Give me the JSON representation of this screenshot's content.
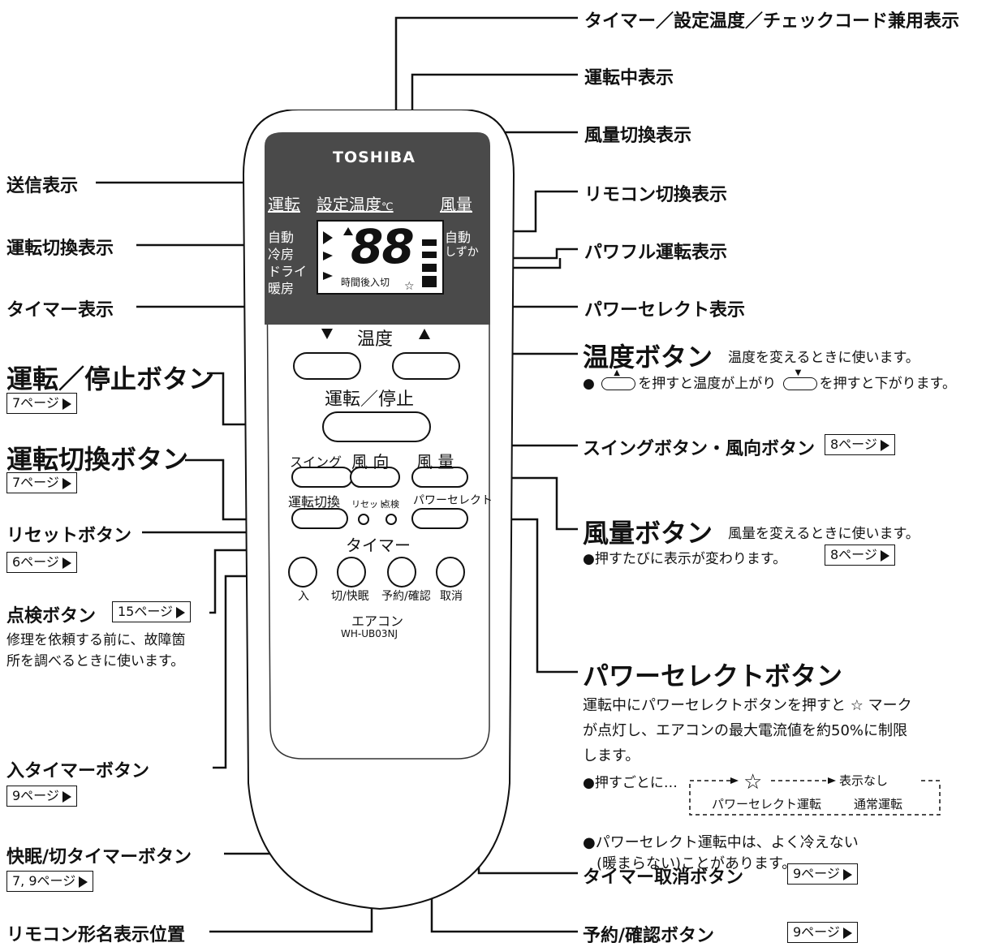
{
  "remote": {
    "brand": "TOSHIBA",
    "hdr_mode": "運転",
    "hdr_temp": "設定温度",
    "hdr_temp_unit": "℃",
    "hdr_fan": "風量",
    "modes": [
      "自動",
      "冷房",
      "ドライ",
      "暖房"
    ],
    "fan_modes": [
      "自動",
      "しずか"
    ],
    "digits": "88",
    "timer_labels": "時間後入切",
    "temp_label": "温度",
    "run_stop_label": "運転／停止",
    "swing_label": "スイング",
    "direction_label": "風 向",
    "fan_label": "風 量",
    "mode_switch_label": "運転切換",
    "reset_label": "リセット",
    "check_label": "点検",
    "power_select_label": "パワーセレクト",
    "timer_label": "タイマー",
    "timer_on": "入",
    "timer_off": "切/快眠",
    "timer_reserve": "予約/確認",
    "timer_cancel": "取消",
    "model_name": "エアコン",
    "model_code": "WH-UB03NJ"
  },
  "callouts": {
    "timer_display": "タイマー／設定温度／チェックコード兼用表示",
    "running_display": "運転中表示",
    "fan_display": "風量切換表示",
    "send_display": "送信表示",
    "remote_switch_display": "リモコン切換表示",
    "mode_display": "運転切換表示",
    "powerful_display": "パワフル運転表示",
    "timer_display2": "タイマー表示",
    "power_select_display": "パワーセレクト表示",
    "temp_button": "温度ボタン",
    "temp_button_desc": "温度を変えるときに使います。",
    "temp_button_note_a": "●",
    "temp_button_note_b": "を押すと温度が上がり",
    "temp_button_note_c": "を押すと下がります。",
    "run_stop_button": "運転／停止ボタン",
    "run_stop_page": "7ページ",
    "mode_button": "運転切換ボタン",
    "mode_page": "7ページ",
    "swing_button": "スイングボタン・風向ボタン",
    "swing_page": "8ページ",
    "reset_button": "リセットボタン",
    "reset_page": "6ページ",
    "fan_button": "風量ボタン",
    "fan_button_desc": "風量を変えるときに使います。",
    "fan_button_note": "●押すたびに表示が変わります。",
    "fan_page": "8ページ",
    "check_button": "点検ボタン",
    "check_page": "15ページ",
    "check_desc1": "修理を依頼する前に、故障箇",
    "check_desc2": "所を調べるときに使います。",
    "power_select_button": "パワーセレクトボタン",
    "ps_desc1": "運転中にパワーセレクトボタンを押すと",
    "ps_desc1b": "マーク",
    "ps_desc2": "が点灯し、エアコンの最大電流値を約50%に制限",
    "ps_desc3": "します。",
    "ps_cycle_prefix": "●押すごとに…",
    "ps_cycle_none": "表示なし",
    "ps_cycle_a": "パワーセレクト運転",
    "ps_cycle_b": "通常運転",
    "ps_note1": "●パワーセレクト運転中は、よく冷えない",
    "ps_note2": "(暖まらない)ことがあります。",
    "on_timer_button": "入タイマーボタン",
    "on_timer_page": "9ページ",
    "sleep_timer_button": "快眠/切タイマーボタン",
    "sleep_timer_page": "7, 9ページ",
    "cancel_timer_button": "タイマー取消ボタン",
    "cancel_timer_page": "9ページ",
    "model_position": "リモコン形名表示位置",
    "reserve_button": "予約/確認ボタン",
    "reserve_page": "9ページ"
  }
}
